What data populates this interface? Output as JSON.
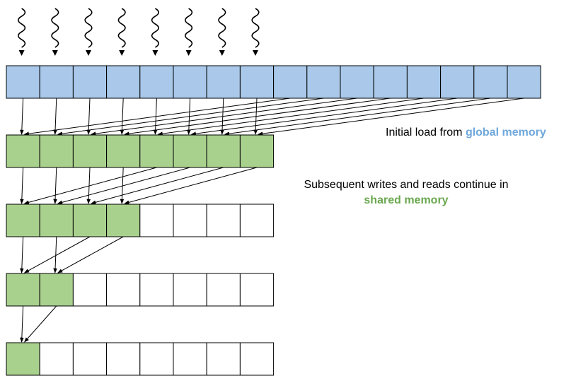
{
  "colors": {
    "global_cell": "#a9c8ea",
    "shared_cell": "#a9d18e",
    "empty_cell": "#ffffff",
    "cell_border": "#000000",
    "arrow": "#000000",
    "global_text": "#6fa8dc",
    "shared_text": "#6aa84f"
  },
  "threads": {
    "count": 8,
    "icon": "wavy-arrow-icon"
  },
  "global_row": {
    "cells": 16
  },
  "shared_rows": [
    {
      "cells": 8,
      "filled": 8
    },
    {
      "cells": 8,
      "filled": 4
    },
    {
      "cells": 8,
      "filled": 2
    },
    {
      "cells": 8,
      "filled": 1
    }
  ],
  "captions": {
    "global_prefix": "Initial load from ",
    "global_highlight": "global memory",
    "shared_line": "Subsequent writes and reads continue in",
    "shared_highlight": "shared memory"
  }
}
